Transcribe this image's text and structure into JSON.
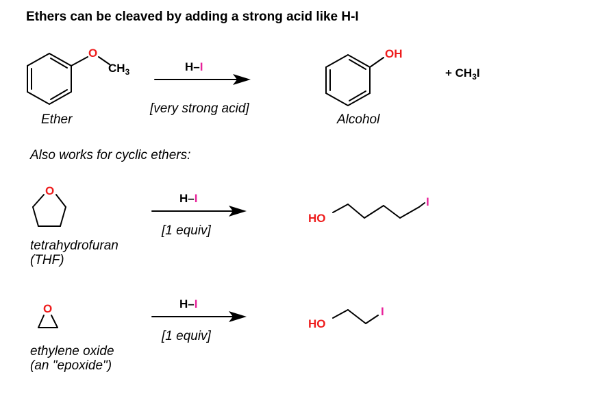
{
  "title": "Ethers can be cleaved by adding a strong acid like H-I",
  "reaction1": {
    "ether_label": "Ether",
    "oxygen": "O",
    "methyl": "CH",
    "methyl_sub": "3",
    "reagent_h": "H–",
    "reagent_i": "I",
    "condition": "[very strong acid]",
    "product_oh": "OH",
    "product_label": "Alcohol",
    "byproduct_prefix": "+ CH",
    "byproduct_sub": "3",
    "byproduct_i": "I"
  },
  "section_label": "Also works for cyclic ethers:",
  "reaction2": {
    "oxygen": "O",
    "name_line1": "tetrahydrofuran",
    "name_line2": "(THF)",
    "reagent_h": "H–",
    "reagent_i": "I",
    "condition": "[1 equiv]",
    "product_ho": "HO",
    "product_i": "I"
  },
  "reaction3": {
    "oxygen": "O",
    "name_line1": "ethylene oxide",
    "name_line2": "(an \"epoxide\")",
    "reagent_h": "H–",
    "reagent_i": "I",
    "condition": "[1 equiv]",
    "product_ho": "HO",
    "product_i": "I"
  },
  "colors": {
    "oxygen": "#ee1c1c",
    "iodine": "#e8229a"
  }
}
